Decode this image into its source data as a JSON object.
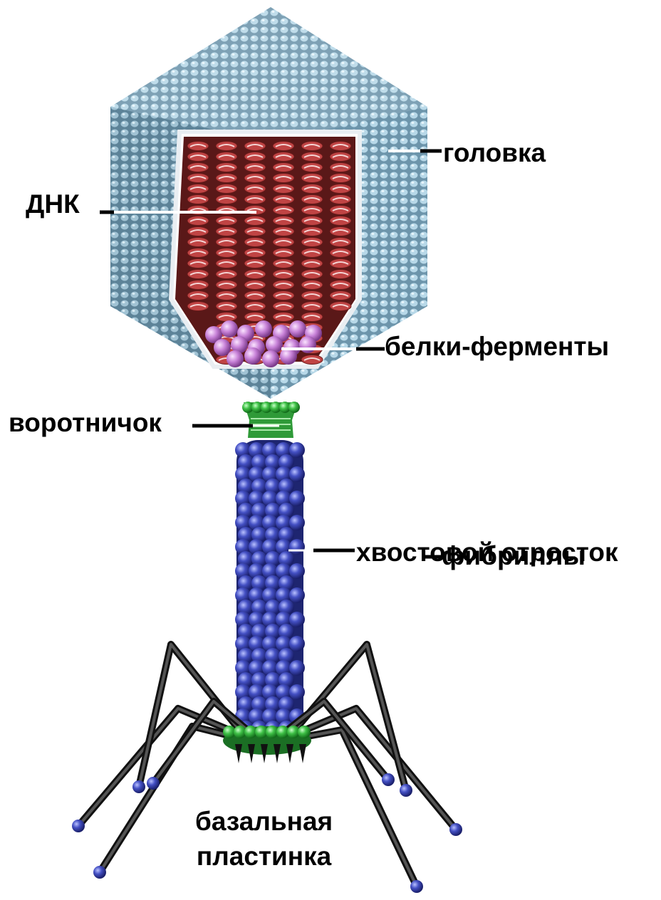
{
  "labels": {
    "head": "головка",
    "dna": "ДНК",
    "enzymes": "белки-ферменты",
    "collar": "воротничок",
    "tail": "хвостовой отросток",
    "fibrils": "фибриллы",
    "baseplate_line1": "базальная",
    "baseplate_line2": "пластинка"
  },
  "colors": {
    "capsid": "#8fb8cc",
    "dna": "#b83a3a",
    "enzymes": "#c88ad8",
    "collar": "#3fbf4a",
    "tail": "#3a44b0",
    "fibril": "#2a2a2a",
    "fibril_tip": "#4a55c8"
  }
}
